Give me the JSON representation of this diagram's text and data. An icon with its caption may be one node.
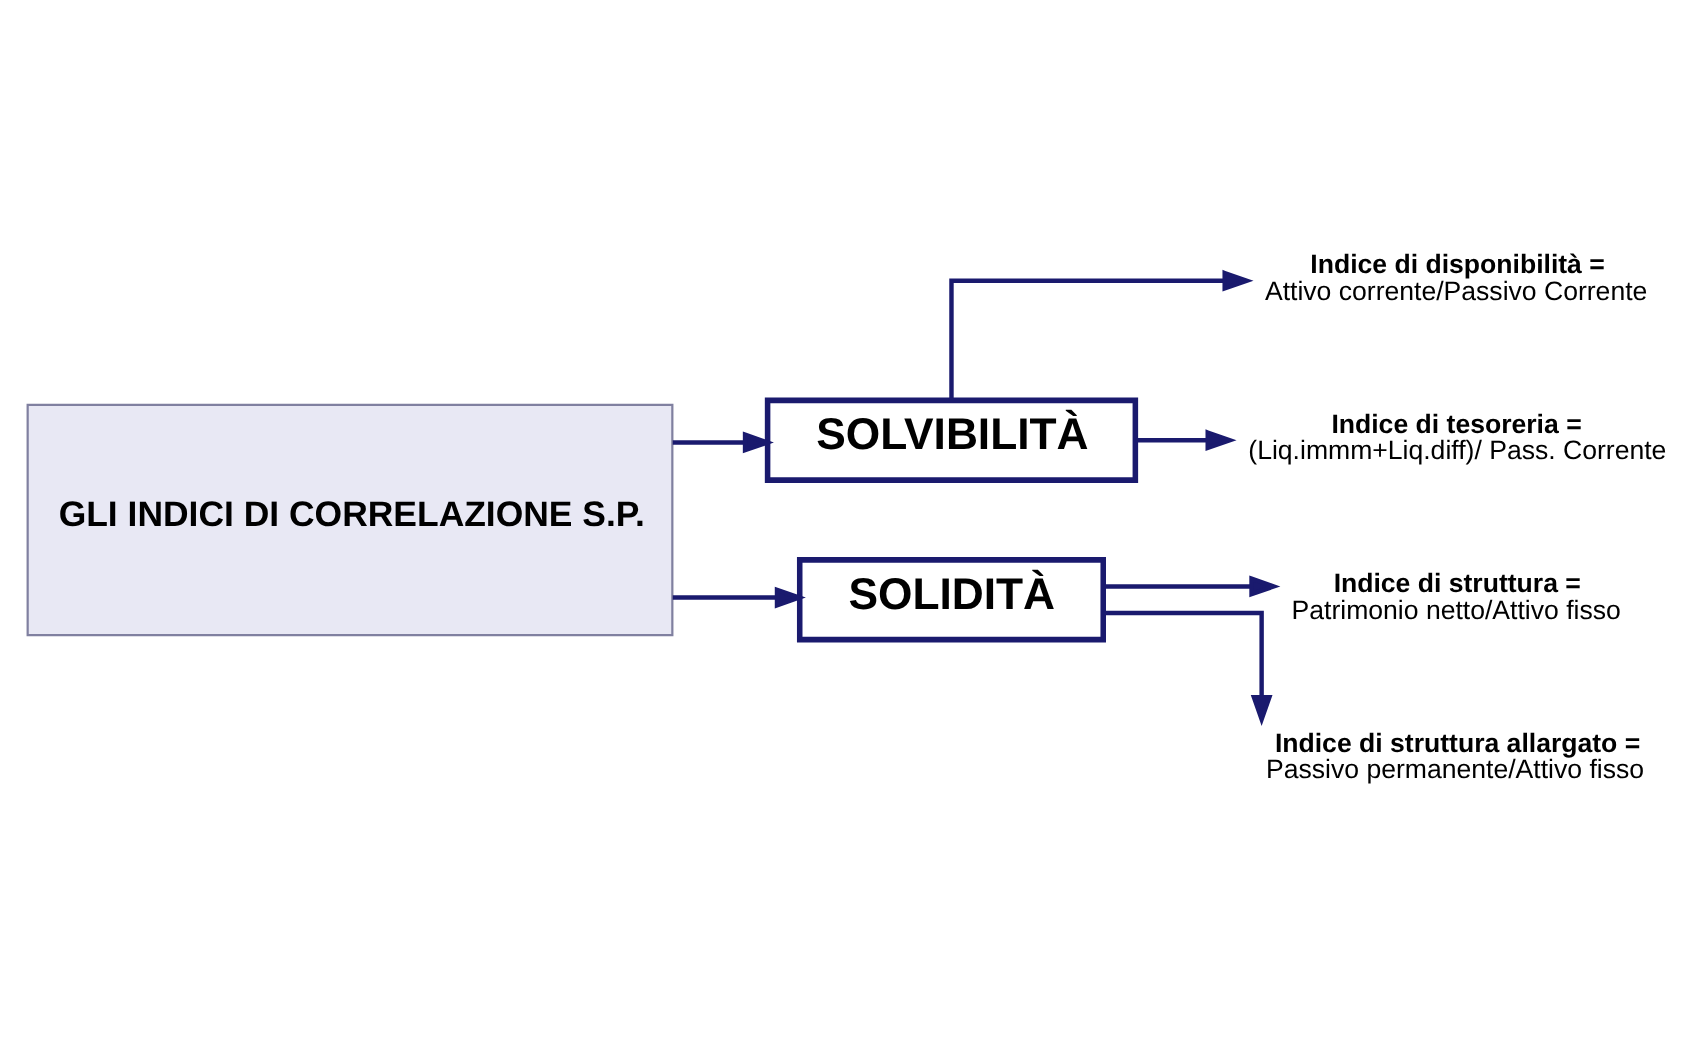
{
  "diagram": {
    "nodes": [
      {
        "text": [
          "GLI INDICI DI CORRELAZIONE S.P."
        ]
      },
      {
        "text": [
          "SOLVIBILITÀ"
        ]
      },
      {
        "text": [
          "SOLIDITÀ"
        ]
      },
      {
        "text": [
          "Indice di disponibilità =",
          "Attivo corrente/Passivo Corrente"
        ]
      },
      {
        "text": [
          "Indice di tesoreria =",
          "(Liq.immm+Liq.diff)/ Pass. Corrente"
        ]
      },
      {
        "text": [
          "Indice di struttura =",
          "Patrimonio netto/Attivo fisso"
        ]
      },
      {
        "text": [
          "Indice di struttura allargato =",
          "Passivo permanente/Attivo fisso"
        ]
      }
    ],
    "edges": [
      {
        "from": 0,
        "to": 1,
        "arrow": "to"
      },
      {
        "from": 0,
        "to": 2,
        "arrow": "to"
      },
      {
        "from": 1,
        "to": 3,
        "arrow": "to"
      },
      {
        "from": 1,
        "to": 4,
        "arrow": "to"
      },
      {
        "from": 2,
        "to": 5,
        "arrow": "to"
      },
      {
        "from": 2,
        "to": 6,
        "arrow": "to"
      }
    ]
  }
}
